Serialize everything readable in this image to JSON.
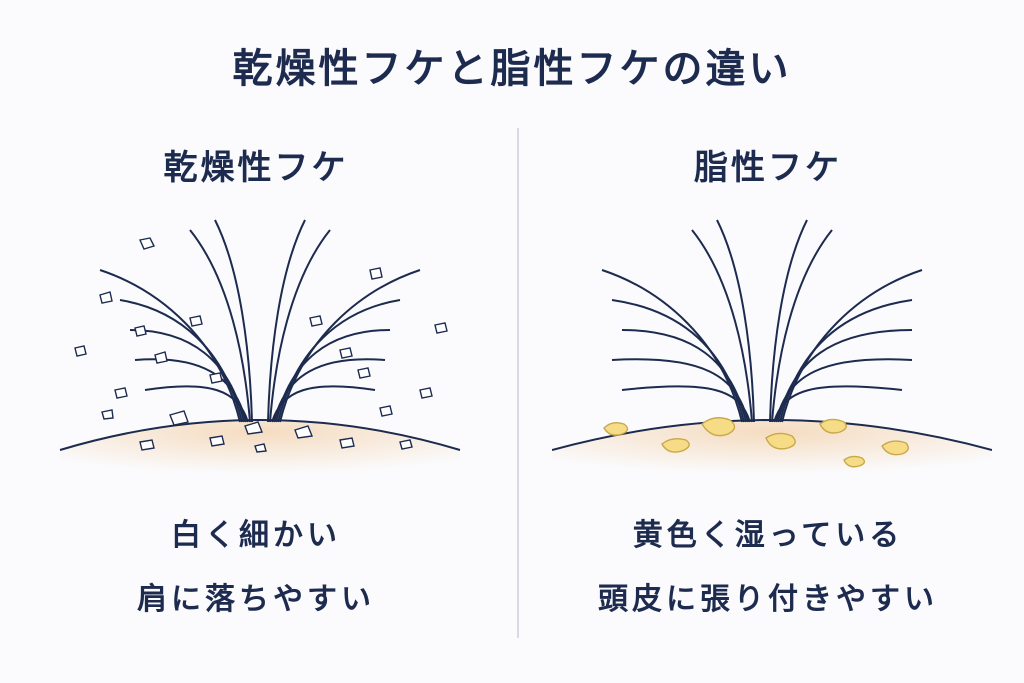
{
  "title": "乾燥性フケと脂性フケの違い",
  "dry": {
    "heading": "乾燥性フケ",
    "caption_line1": "白く細かい",
    "caption_line2": "肩に落ちやすい",
    "flake_color": "#ffffff",
    "flake_stroke": "#1d2b4f"
  },
  "oily": {
    "heading": "脂性フケ",
    "caption_line1": "黄色く湿っている",
    "caption_line2": "頭皮に張り付きやすい",
    "flake_color": "#f6dc86",
    "flake_stroke": "#c9a84a"
  },
  "colors": {
    "ink": "#1d2b4f",
    "scalp": "#f7e6cf",
    "divider": "#d8dbe3"
  }
}
